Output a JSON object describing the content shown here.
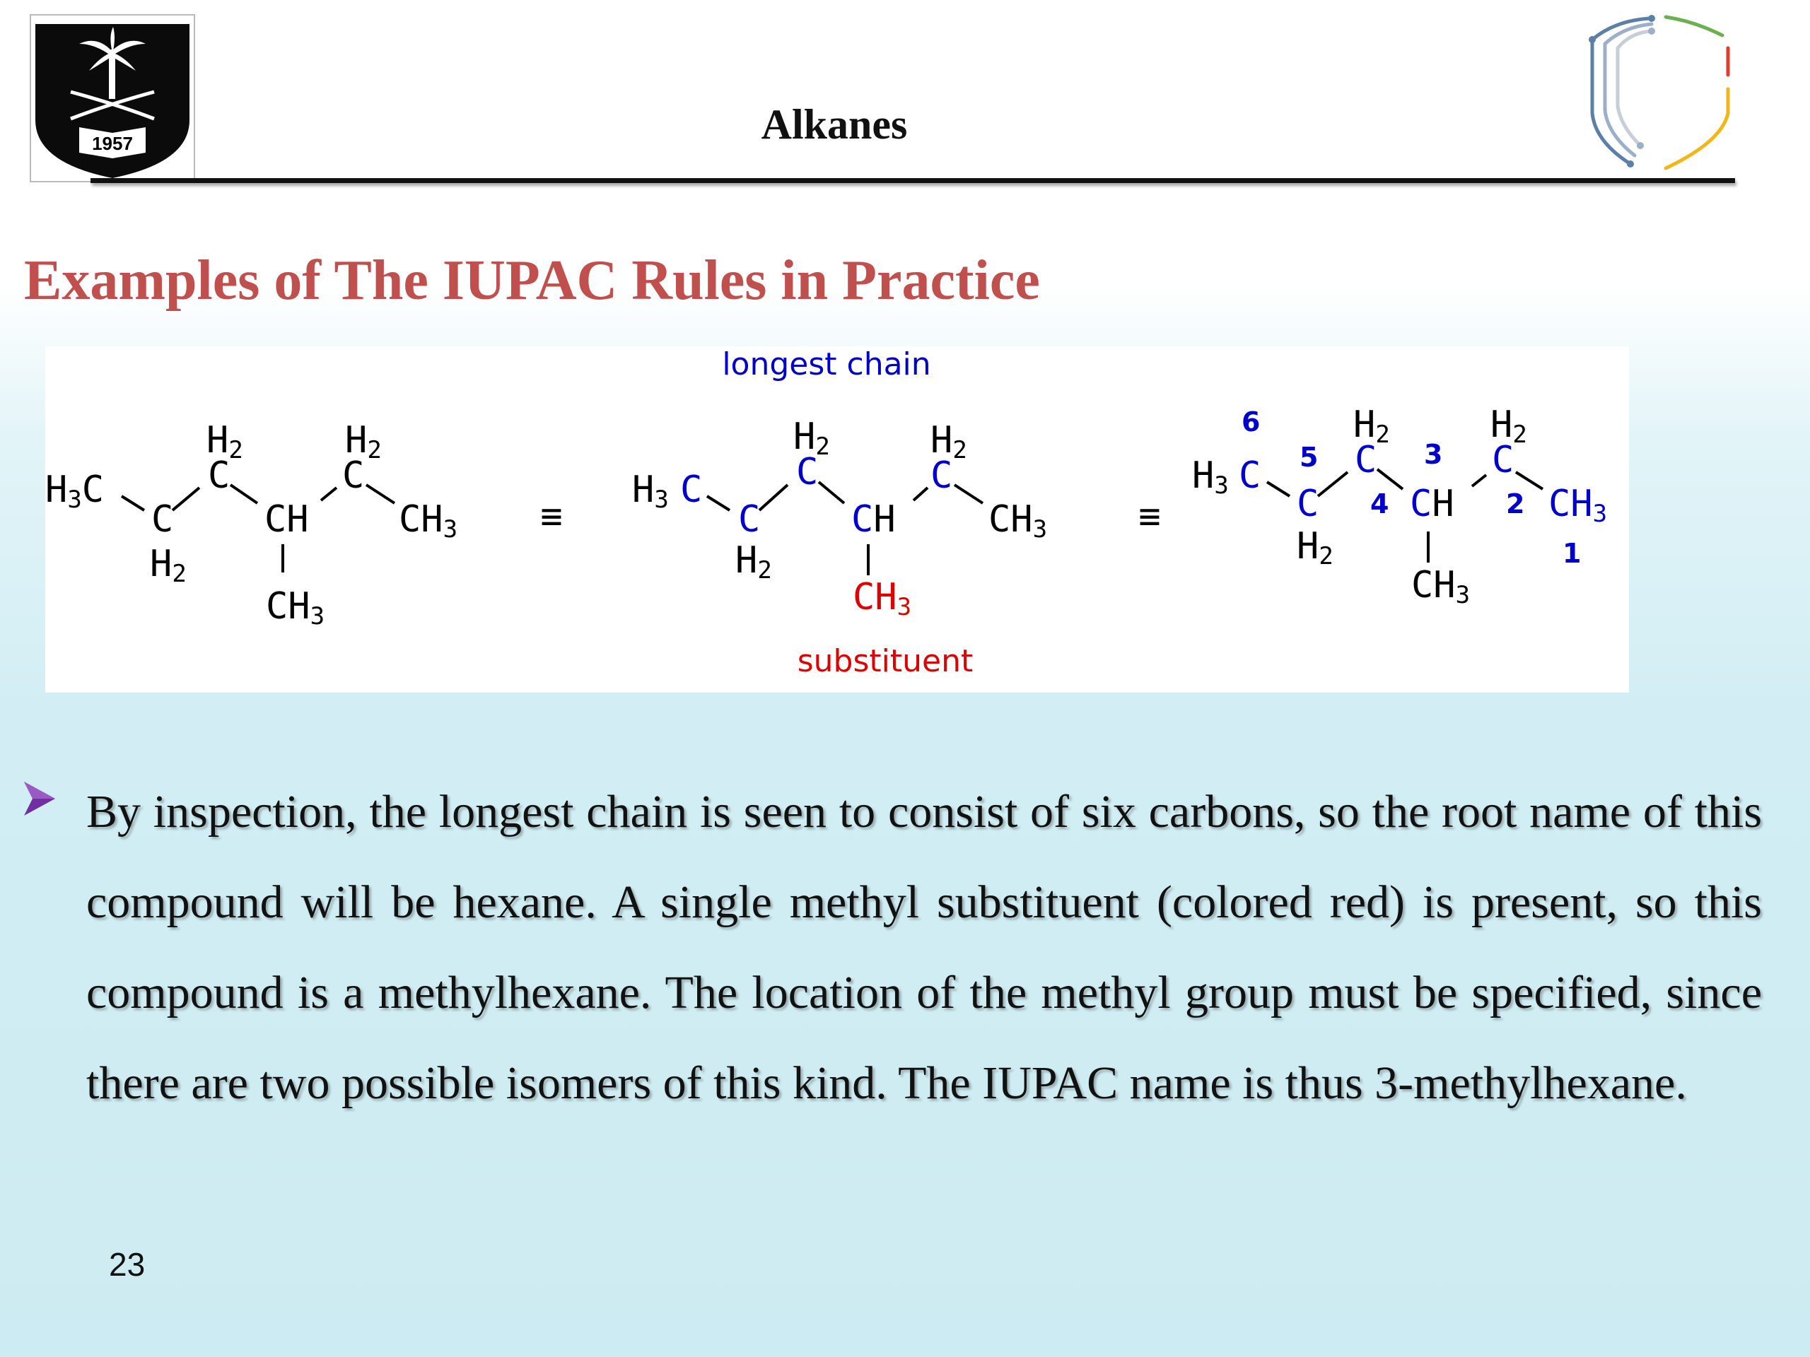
{
  "header": {
    "title": "Alkanes",
    "left_logo": {
      "icon": "university-seal-icon",
      "year": "1957"
    },
    "right_logo": {
      "icon": "circuit-shield-icon"
    }
  },
  "slide": {
    "heading": "Examples of The IUPAC Rules in Practice",
    "heading_color": "#c0504d",
    "page_number": "23"
  },
  "figure": {
    "label_longest_chain": "longest chain",
    "label_substituent": "substituent",
    "equiv_symbol": "≡",
    "colors": {
      "chain": "#0000c8",
      "substituent": "#dd0000",
      "plain": "#000000"
    },
    "carbon_numbers": [
      "6",
      "5",
      "4",
      "3",
      "2",
      "1"
    ]
  },
  "body": {
    "bullet_icon": "arrow-bullet-icon",
    "bullet_color": "#7030a0",
    "paragraph": "By inspection, the longest chain is seen to consist of six carbons, so the root name of this compound will be hexane. A single methyl substituent (colored red) is present, so this compound is a methylhexane. The location of the methyl group must be specified, since there are two possible isomers of this kind. The IUPAC name is thus 3-methylhexane."
  }
}
